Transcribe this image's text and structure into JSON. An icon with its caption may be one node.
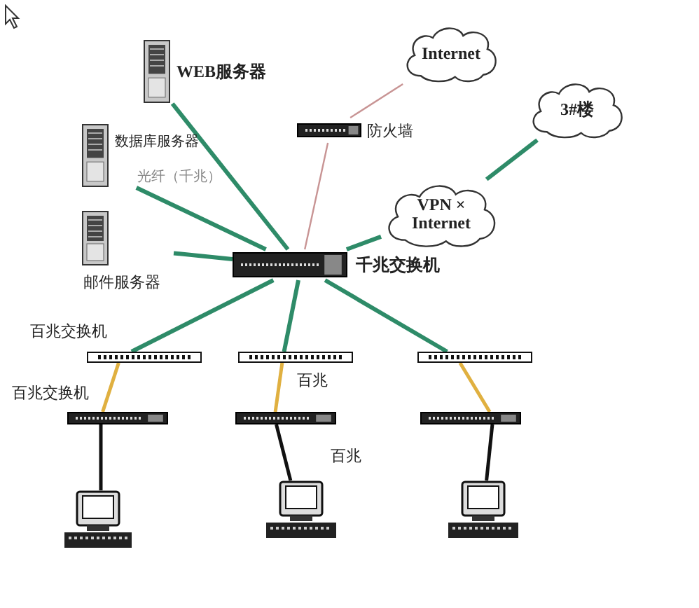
{
  "diagram": {
    "nodes": [
      {
        "text": [
          "WEB服务器"
        ]
      },
      {
        "text": [
          "数据库服务器"
        ]
      },
      {
        "text": [
          "邮件服务器"
        ]
      },
      {
        "text": [
          "Internet"
        ]
      },
      {
        "text": [
          "防火墙"
        ]
      },
      {
        "text": [
          "3#楼"
        ]
      },
      {
        "text": [
          "VPN × Internet"
        ]
      },
      {
        "text": [
          "千兆交换机"
        ]
      },
      {
        "text": [],
        "shape": "bar",
        "beside": [
          "百兆交换机"
        ]
      },
      {
        "text": [],
        "shape": "bar"
      },
      {
        "text": [],
        "shape": "bar"
      },
      {
        "text": [],
        "shape": "bar",
        "beside": [
          "百兆交换机"
        ]
      },
      {
        "text": [],
        "shape": "bar"
      },
      {
        "text": [],
        "shape": "bar"
      },
      {
        "text": [],
        "shape": "picture"
      },
      {
        "text": [],
        "shape": "picture"
      },
      {
        "text": [],
        "shape": "picture"
      }
    ],
    "edges": [
      {
        "from": 0,
        "to": 7,
        "arrow": "none"
      },
      {
        "from": 1,
        "to": 7,
        "arrow": "none"
      },
      {
        "from": 2,
        "to": 7,
        "arrow": "none"
      },
      {
        "from": 4,
        "to": 3,
        "arrow": "none",
        "color": "#c89494"
      },
      {
        "from": 7,
        "to": 4,
        "arrow": "none",
        "color": "#c89494"
      },
      {
        "from": 7,
        "to": 6,
        "arrow": "none"
      },
      {
        "from": 6,
        "to": 5,
        "arrow": "none"
      },
      {
        "from": 7,
        "to": 8,
        "arrow": "none"
      },
      {
        "from": 7,
        "to": 9,
        "arrow": "none"
      },
      {
        "from": 7,
        "to": 10,
        "arrow": "none"
      },
      {
        "from": 8,
        "to": 11,
        "arrow": "none",
        "color": "#e0b040"
      },
      {
        "from": 9,
        "to": 12,
        "arrow": "none",
        "color": "#e0b040"
      },
      {
        "from": 10,
        "to": 13,
        "arrow": "none",
        "color": "#e0b040"
      },
      {
        "from": 11,
        "to": 14,
        "arrow": "none",
        "color": "#111111"
      },
      {
        "from": 12,
        "to": 15,
        "arrow": "none",
        "color": "#111111"
      },
      {
        "from": 13,
        "to": 16,
        "arrow": "none",
        "color": "#111111"
      }
    ],
    "labels": [
      "光纤（千兆）",
      "百兆",
      "百兆"
    ]
  }
}
